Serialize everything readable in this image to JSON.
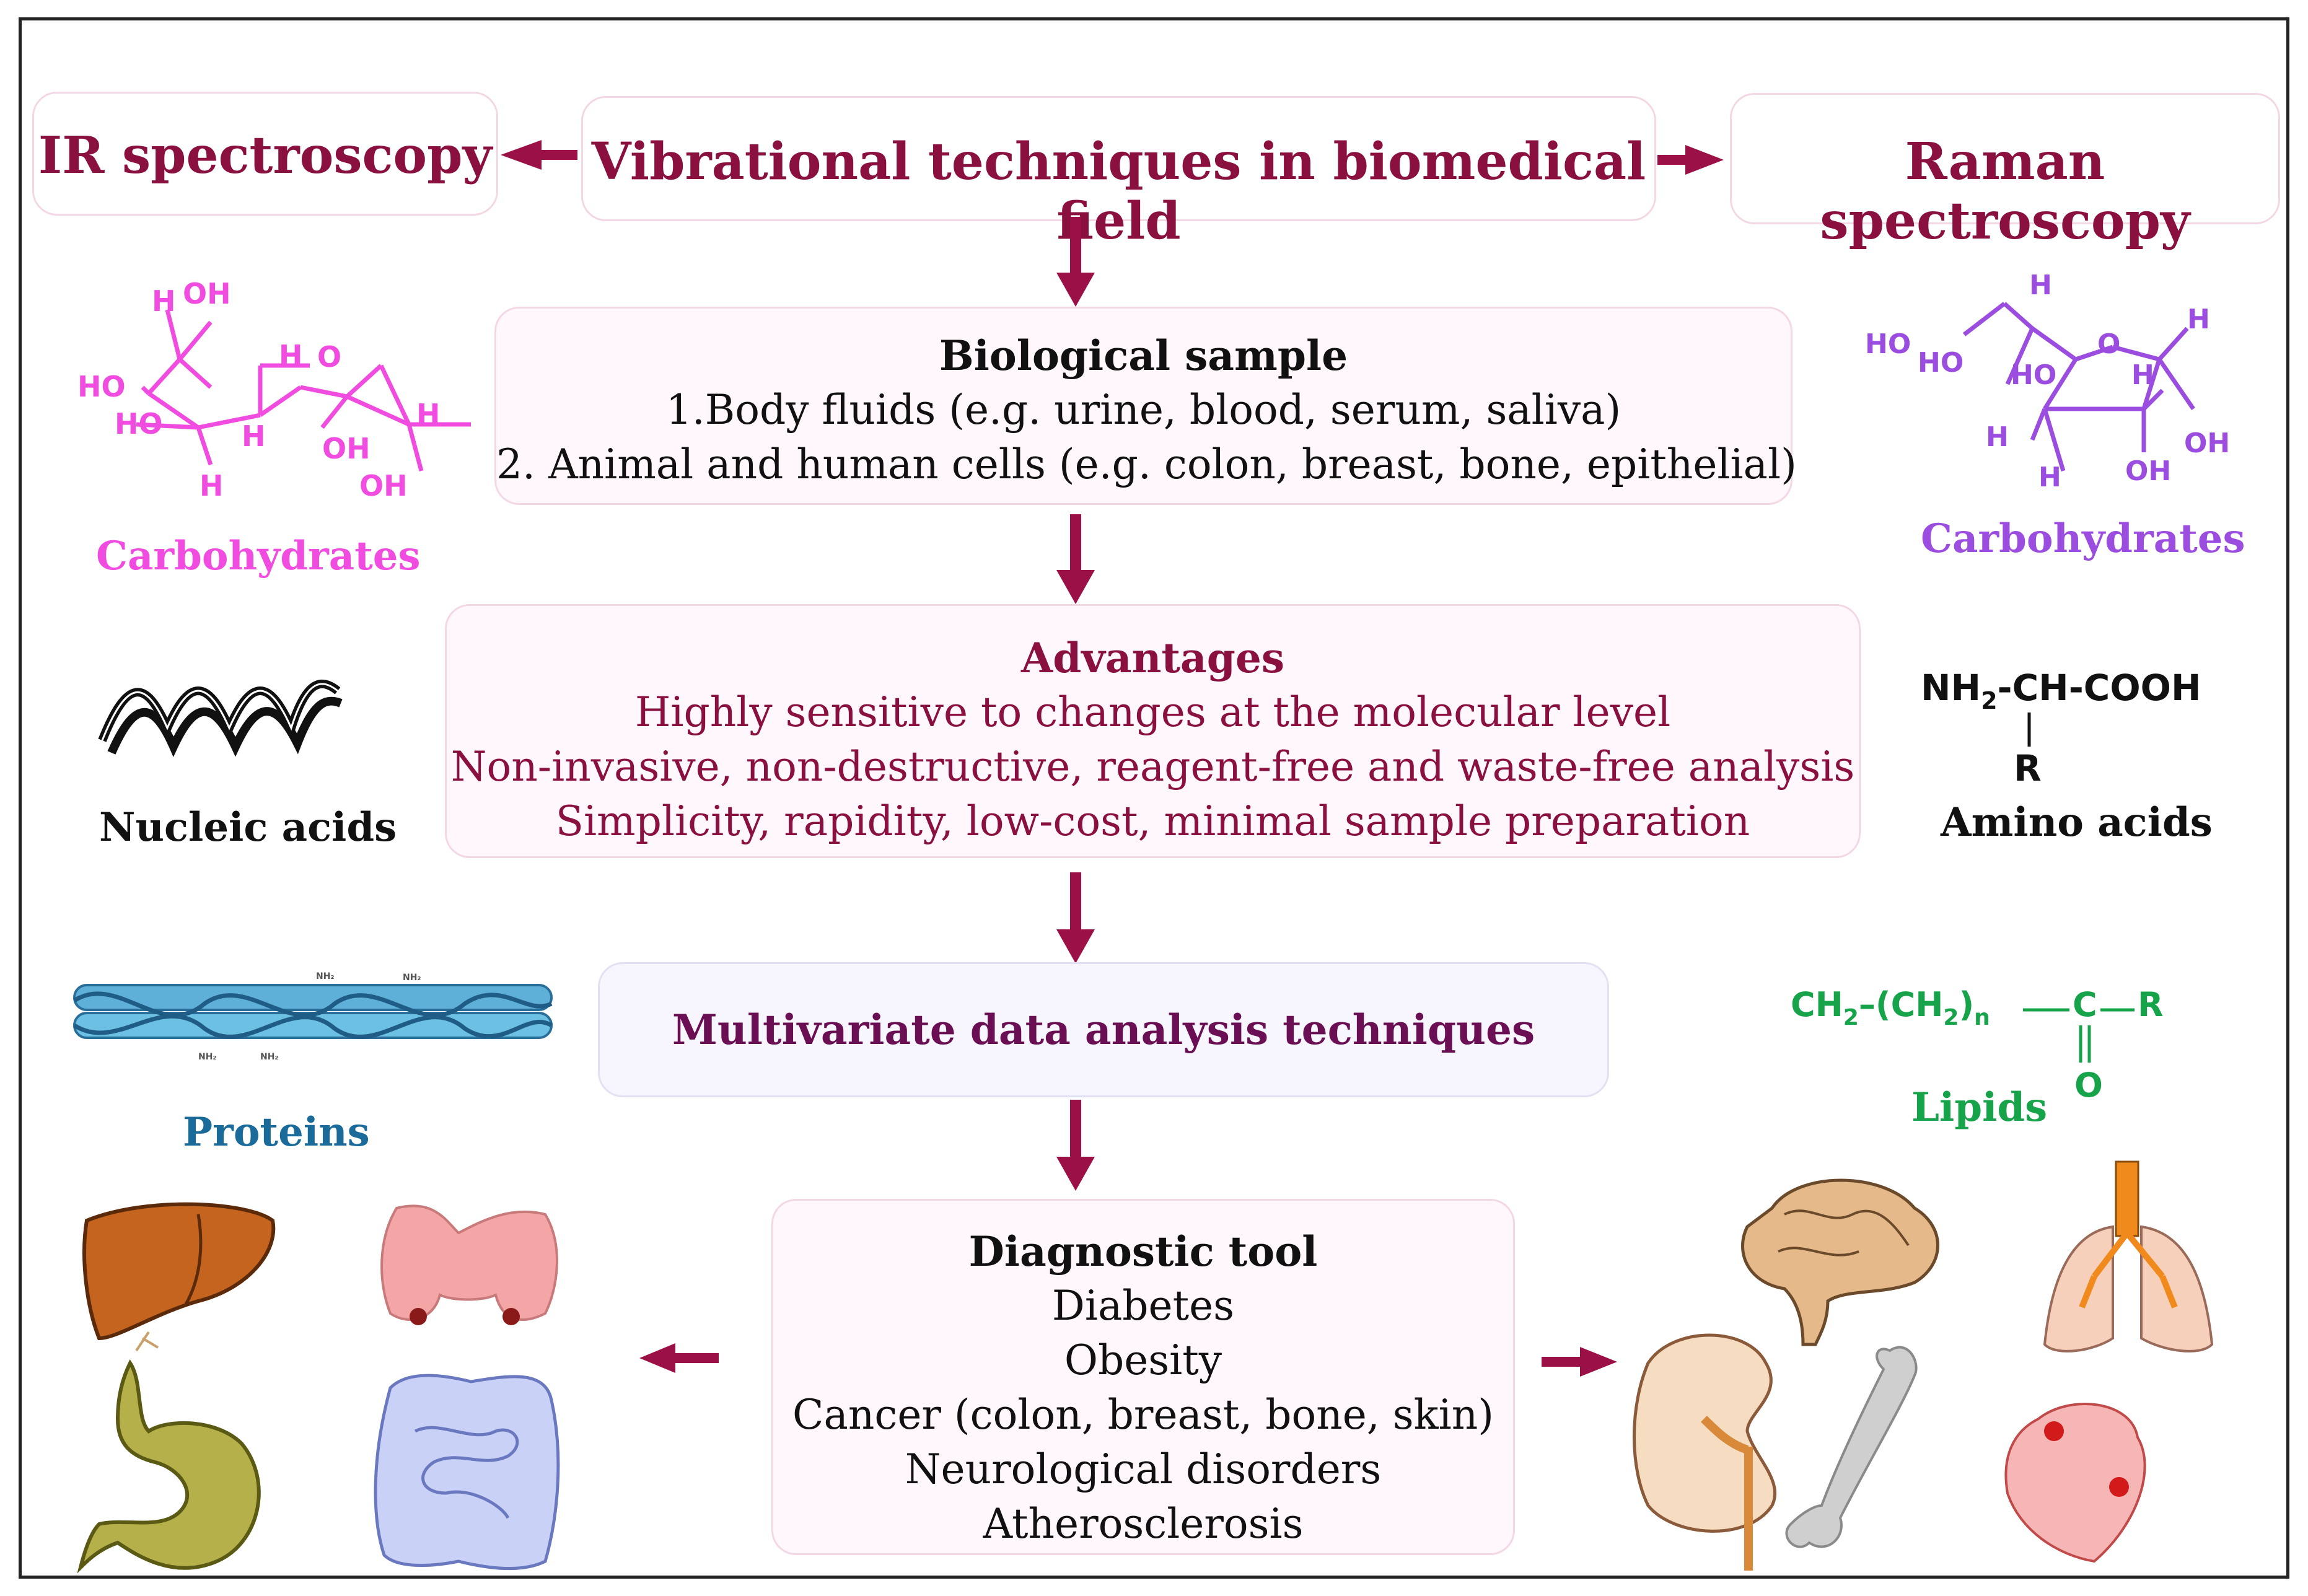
{
  "header": {
    "left": "IR spectroscopy",
    "center": "Vibrational techniques in biomedical field",
    "right": "Raman spectroscopy"
  },
  "biological_sample": {
    "title": "Biological sample",
    "lines": [
      "1.Body fluids (e.g. urine, blood, serum, saliva)",
      "2. Animal and human cells (e.g. colon, breast, bone, epithelial)"
    ]
  },
  "advantages": {
    "title": "Advantages",
    "lines": [
      "Highly sensitive to changes at the molecular level",
      "Non-invasive, non-destructive, reagent-free and waste-free analysis",
      "Simplicity, rapidity, low-cost, minimal sample preparation"
    ]
  },
  "multivariate": {
    "title": "Multivariate data analysis techniques"
  },
  "diagnostic": {
    "title": "Diagnostic tool",
    "lines": [
      "Diabetes",
      "Obesity",
      "Cancer (colon, breast, bone, skin)",
      "Neurological disorders",
      "Atherosclerosis"
    ]
  },
  "molecules": {
    "carbohydrates_left": "Carbohydrates",
    "carbohydrates_right": "Carbohydrates",
    "nucleic_acids": "Nucleic acids",
    "amino_acids": "Amino acids",
    "proteins": "Proteins",
    "lipids": "Lipids"
  },
  "chem_text": {
    "amino_formula": "NH",
    "amino_sub": "2",
    "amino_rest": "-CH-COOH",
    "amino_r": "R",
    "lipid_ch": "CH",
    "lipid_sub1": "2",
    "lipid_mid": "–(CH",
    "lipid_sub2": "2",
    "lipid_close": ")",
    "lipid_n": "n",
    "lipid_c": "C",
    "lipid_r": "R",
    "lipid_o": "O",
    "carb_left_labels": [
      "H",
      "OH",
      "H",
      "O",
      "HO",
      "HO",
      "H",
      "OH",
      "H",
      "H",
      "OH"
    ],
    "carb_right_labels": [
      "H",
      "HO",
      "HO",
      "O",
      "H",
      "HO",
      "H",
      "H",
      "H",
      "OH",
      "OH"
    ],
    "protein_nh": "NH₂"
  },
  "colors": {
    "accent": "#9b1147",
    "carb_left": "#f04ce0",
    "carb_right": "#9b4de0",
    "proteins": "#1a6a9a",
    "lipids": "#16a34a",
    "adv_text": "#8a1040",
    "multi_text": "#6b0f55"
  }
}
